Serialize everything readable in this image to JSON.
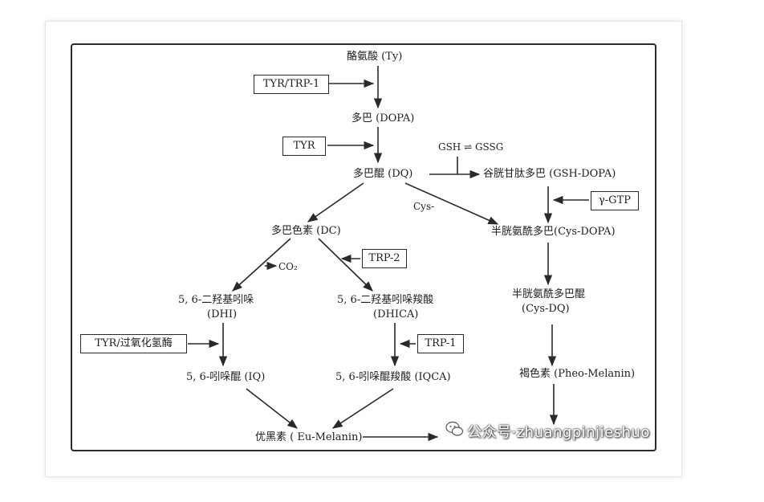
{
  "colors": {
    "line": "#2a2a2a",
    "text": "#1e1e1e"
  },
  "nodes": {
    "tyrosine": "酪氨酸 (Ty)",
    "dopa": "多巴 (DOPA)",
    "dq": "多巴醌 (DQ)",
    "gsh_gssg": "GSH ⇌ GSSG",
    "gsh_dopa": "谷胱甘肽多巴 (GSH-DOPA)",
    "cys_label": "Cys-",
    "dc": "多巴色素 (DC)",
    "cys_dopa": "半胱氨酰多巴(Cys-DOPA)",
    "co2": "CO₂",
    "dhi_1": "5, 6-二羟基吲哚",
    "dhi_2": "(DHI)",
    "dhica_1": "5, 6-二羟基吲哚羧酸",
    "dhica_2": "(DHICA)",
    "cys_dq_1": "半胱氨酰多巴醌",
    "cys_dq_2": "(Cys-DQ)",
    "iq": "5, 6-吲哚醌 (IQ)",
    "iqca": "5, 6-吲哚醌羧酸 (IQCA)",
    "pheomelanin": "褐色素 (Pheo-Melanin)",
    "eumelanin": "优黑素 ( Eu-Melanin)"
  },
  "enzymes": {
    "tyr_trp1": "TYR/TRP-1",
    "tyr": "TYR",
    "ggtp": "γ-GTP",
    "trp2": "TRP-2",
    "trp1": "TRP-1",
    "tyr_peroxidase": "TYR/过氧化氢酶"
  },
  "watermark": {
    "text": "公众号·zhuangpinjieshuo",
    "icon": "wechat-icon"
  }
}
